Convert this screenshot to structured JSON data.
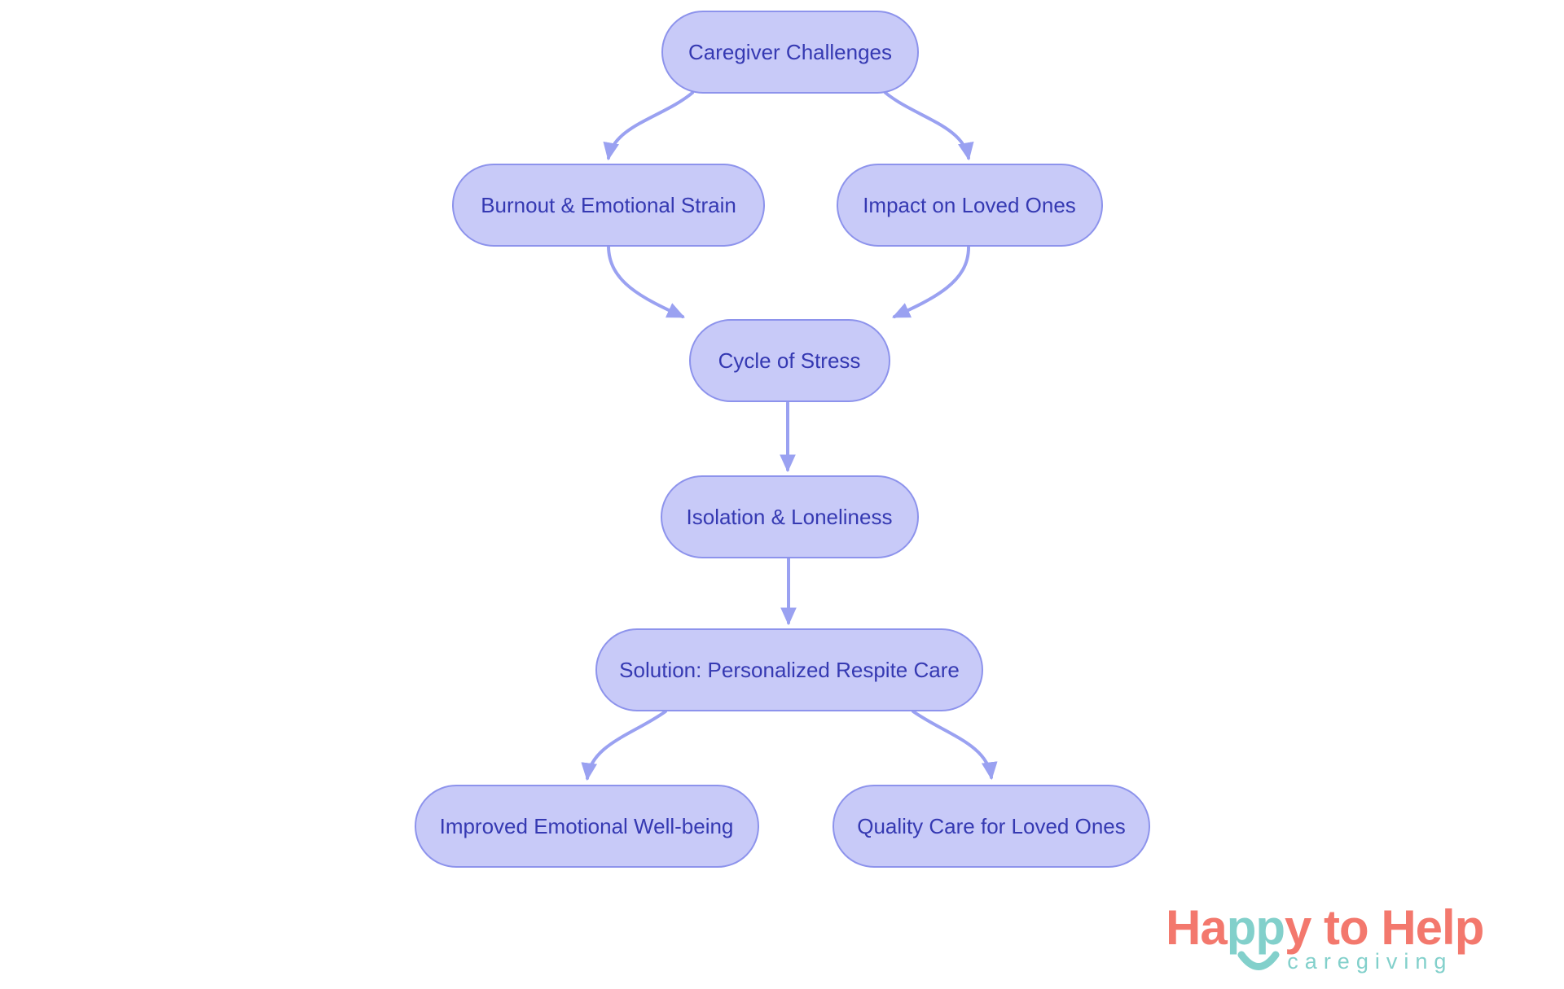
{
  "diagram": {
    "title": "Caregiver challenges flowchart",
    "nodes": [
      {
        "id": "caregiver-challenges",
        "label": "Caregiver Challenges"
      },
      {
        "id": "burnout-emotional-strain",
        "label": "Burnout & Emotional Strain"
      },
      {
        "id": "impact-on-loved-ones",
        "label": "Impact on Loved Ones"
      },
      {
        "id": "cycle-of-stress",
        "label": "Cycle of Stress"
      },
      {
        "id": "isolation-loneliness",
        "label": "Isolation & Loneliness"
      },
      {
        "id": "solution-respite-care",
        "label": "Solution: Personalized Respite Care"
      },
      {
        "id": "improved-wellbeing",
        "label": "Improved Emotional Well-being"
      },
      {
        "id": "quality-care",
        "label": "Quality Care for Loved Ones"
      }
    ],
    "edges": [
      {
        "from": "caregiver-challenges",
        "to": "burnout-emotional-strain"
      },
      {
        "from": "caregiver-challenges",
        "to": "impact-on-loved-ones"
      },
      {
        "from": "burnout-emotional-strain",
        "to": "cycle-of-stress"
      },
      {
        "from": "impact-on-loved-ones",
        "to": "cycle-of-stress"
      },
      {
        "from": "cycle-of-stress",
        "to": "isolation-loneliness"
      },
      {
        "from": "isolation-loneliness",
        "to": "solution-respite-care"
      },
      {
        "from": "solution-respite-care",
        "to": "improved-wellbeing"
      },
      {
        "from": "solution-respite-care",
        "to": "quality-care"
      }
    ]
  },
  "logo": {
    "word_part1": "Ha",
    "word_part2": "pp",
    "word_part3": "y to Help",
    "tagline": "caregiving",
    "smile_icon": "smile-arc"
  },
  "colors": {
    "node_fill": "#c8caf8",
    "node_border": "#8d93ec",
    "node_text": "#3539b2",
    "edge_color": "#9aa1f1",
    "logo_coral": "#f3786d",
    "logo_teal": "#82d0cb",
    "background": "#ffffff"
  }
}
